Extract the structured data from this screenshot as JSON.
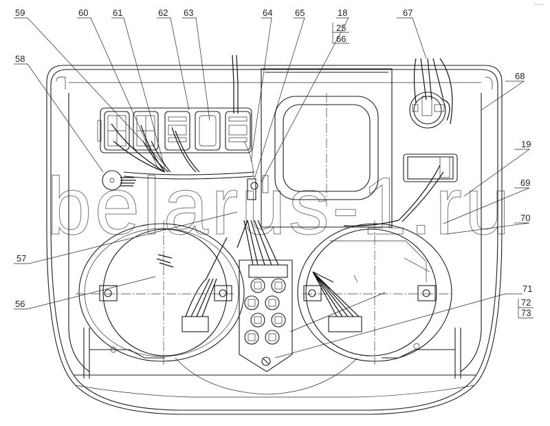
{
  "drawing": {
    "type": "technical wiring diagram - instrument panel",
    "watermark": "belarus-1.ru",
    "corner_mark": "⌐—"
  },
  "callouts": [
    {
      "id": "c58",
      "label": "58"
    },
    {
      "id": "c59",
      "label": "59"
    },
    {
      "id": "c60",
      "label": "60"
    },
    {
      "id": "c61",
      "label": "61"
    },
    {
      "id": "c62",
      "label": "62"
    },
    {
      "id": "c63",
      "label": "63"
    },
    {
      "id": "c64",
      "label": "64"
    },
    {
      "id": "c65",
      "label": "65"
    },
    {
      "id": "c18",
      "label": "18"
    },
    {
      "id": "c25",
      "label": "25"
    },
    {
      "id": "c66",
      "label": "66"
    },
    {
      "id": "c67",
      "label": "67"
    },
    {
      "id": "c68",
      "label": "68"
    },
    {
      "id": "c19",
      "label": "19"
    },
    {
      "id": "c69",
      "label": "69"
    },
    {
      "id": "c70",
      "label": "70"
    },
    {
      "id": "c71",
      "label": "71"
    },
    {
      "id": "c72",
      "label": "72"
    },
    {
      "id": "c73",
      "label": "73"
    },
    {
      "id": "c57",
      "label": "57"
    },
    {
      "id": "c56",
      "label": "56"
    }
  ]
}
